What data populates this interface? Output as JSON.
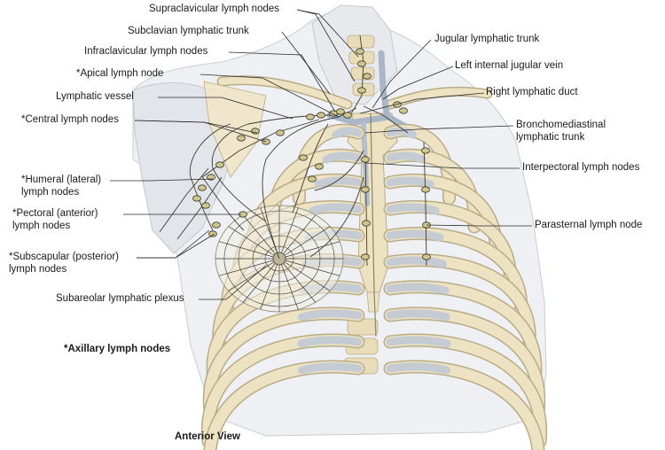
{
  "labels": {
    "supraclavicular": "Supraclavicular lymph nodes",
    "subclavian_trunk": "Subclavian lymphatic trunk",
    "infraclavicular": "Infraclavicular lymph nodes",
    "apical": "*Apical lymph node",
    "lymphatic_vessel": "Lymphatic vessel",
    "central": "*Central lymph nodes",
    "humeral_line1": "*Humeral (lateral)",
    "humeral_line2": "lymph nodes",
    "pectoral_line1": "*Pectoral (anterior)",
    "pectoral_line2": "lymph nodes",
    "subscapular_line1": "*Subscapular (posterior)",
    "subscapular_line2": "lymph nodes",
    "subareolar": "Subareolar lymphatic plexus",
    "jugular_trunk": "Jugular lymphatic trunk",
    "left_ijv": "Left internal jugular vein",
    "right_duct": "Right lymphatic duct",
    "bronchomed_line1": "Bronchomediastinal",
    "bronchomed_line2": "lymphatic trunk",
    "interpectoral": "Interpectoral lymph nodes",
    "parasternal": "Parasternal lymph node"
  },
  "footnote": "*Axillary lymph nodes",
  "view_caption": "Anterior View",
  "colors": {
    "bone": "#ede2c2",
    "bone_edge": "#b9ab86",
    "cartilage": "#c4cbd3",
    "skin": "#e6e8ec",
    "vessel": "#8a9ab0",
    "lymph": "#3e3a30",
    "node": "#cfc68c",
    "leader": "#2a2a2a"
  }
}
